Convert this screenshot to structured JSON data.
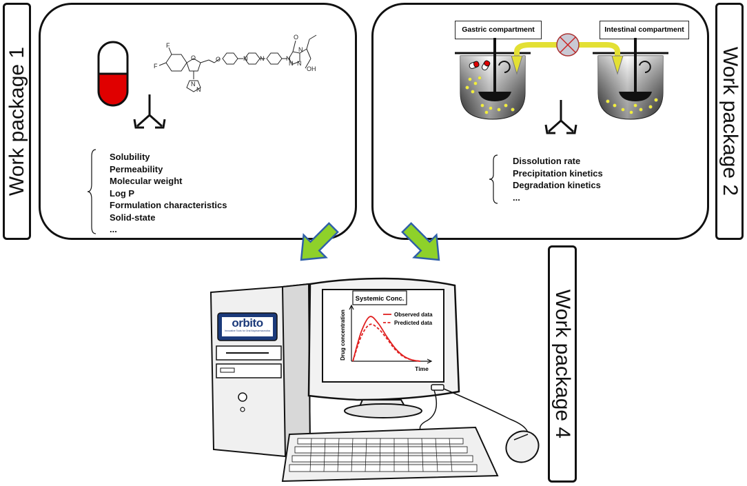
{
  "work_packages": {
    "wp1": "Work package 1",
    "wp2": "Work package 2",
    "wp4": "Work package 4"
  },
  "panel1": {
    "properties": [
      "Solubility",
      "Permeability",
      "Molecular weight",
      "Log P",
      "Formulation characteristics",
      "Solid-state",
      "..."
    ]
  },
  "panel2": {
    "gastric_label": "Gastric compartment",
    "intestinal_label": "Intestinal compartment",
    "properties": [
      "Dissolution rate",
      "Precipitation kinetics",
      "Degradation kinetics",
      "..."
    ]
  },
  "computer": {
    "logo_text": "orbito",
    "logo_subtext": "Innovative Tools for Oral Biopharmaceutics",
    "chart_title": "Systemic Conc.",
    "legend_observed": "Observed data",
    "legend_predicted": "Predicted data",
    "y_label": "Drug concentration",
    "x_label": "Time"
  },
  "molecule": {
    "atom_labels": [
      "F",
      "F",
      "O",
      "O",
      "N",
      "N",
      "N",
      "N",
      "N",
      "N",
      "N",
      "N",
      "O",
      "OH"
    ]
  },
  "colors": {
    "capsule_red": "#e00000",
    "arrow_green": "#8ed12a",
    "arrow_blue": "#2f5fa8",
    "particle_yellow": "#f2ee3a",
    "curve_red": "#e02020",
    "cross_circle": "#c9c9d4"
  },
  "chart_data": {
    "type": "line",
    "title": "Systemic Conc.",
    "xlabel": "Time",
    "ylabel": "Drug concentration",
    "x": [
      0,
      1,
      2,
      3,
      4,
      5,
      6,
      7,
      8
    ],
    "series": [
      {
        "name": "Observed data",
        "values": [
          0,
          45,
          68,
          58,
          38,
          20,
          8,
          2,
          0
        ]
      },
      {
        "name": "Predicted data",
        "values": [
          0,
          38,
          56,
          50,
          35,
          18,
          7,
          2,
          0
        ]
      }
    ],
    "grid": false,
    "legend": "top-right"
  }
}
